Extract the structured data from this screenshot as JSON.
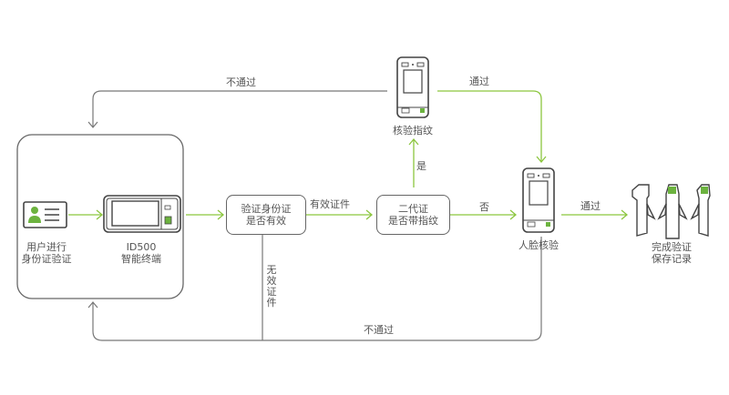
{
  "colors": {
    "green": "#8cc63f",
    "gray_line": "#777777",
    "text": "#555555"
  },
  "nodes": {
    "id_card": {
      "label_line1": "用户进行",
      "label_line2": "身份证验证",
      "icon": "id-card-icon"
    },
    "terminal": {
      "label_line1": "ID500",
      "label_line2": "智能终端",
      "icon": "terminal-device-icon"
    },
    "verify_id": {
      "label_line1": "验证身份证",
      "label_line2": "是否有效"
    },
    "has_fp": {
      "label_line1": "二代证",
      "label_line2": "是否带指纹"
    },
    "fingerprint": {
      "label": "核验指纹",
      "icon": "fingerprint-terminal-icon"
    },
    "face": {
      "label": "人脸核验",
      "icon": "face-terminal-icon"
    },
    "gate": {
      "label_line1": "完成验证",
      "label_line2": "保存记录",
      "icon": "turnstile-gate-icon"
    }
  },
  "edges": {
    "valid": "有效证件",
    "invalid": "无效证件",
    "yes": "是",
    "no": "否",
    "fp_pass": "通过",
    "fp_fail": "不通过",
    "face_pass": "通过",
    "face_fail": "不通过"
  }
}
